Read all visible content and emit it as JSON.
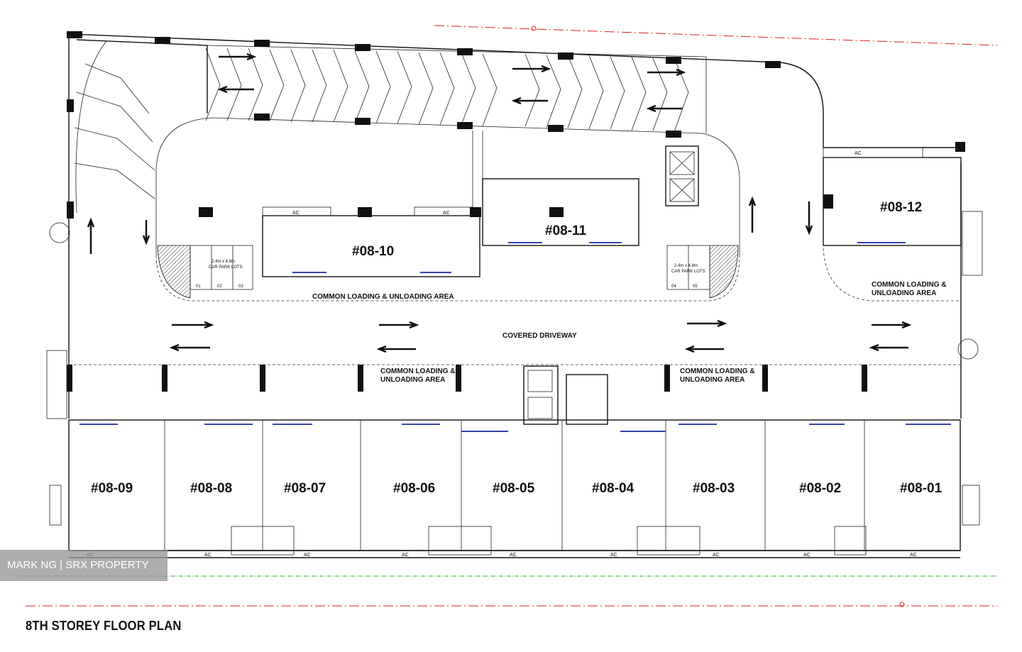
{
  "plan": {
    "title": "8TH STOREY FLOOR PLAN",
    "watermark": "MARK NG | SRX PROPERTY",
    "units_top": [
      {
        "id": "#08-10"
      },
      {
        "id": "#08-11"
      },
      {
        "id": "#08-12"
      }
    ],
    "units_bottom": [
      {
        "id": "#08-09"
      },
      {
        "id": "#08-08"
      },
      {
        "id": "#08-07"
      },
      {
        "id": "#08-06"
      },
      {
        "id": "#08-05"
      },
      {
        "id": "#08-04"
      },
      {
        "id": "#08-03"
      },
      {
        "id": "#08-02"
      },
      {
        "id": "#08-01"
      }
    ],
    "areas": {
      "covered_driveway": "COVERED DRIVEWAY",
      "common_loading_top": "COMMON LOADING & UNLOADING AREA",
      "common_loading_line1": "COMMON LOADING &",
      "common_loading_line2": "UNLOADING AREA"
    },
    "car_park_lots": {
      "size": "2.4m x 4.8m",
      "label": "CAR PARK LOTS",
      "left_lots": [
        "01",
        "02",
        "03"
      ],
      "right_lots": [
        "04",
        "05"
      ]
    },
    "ac_label": "AC",
    "colors": {
      "line": "#111111",
      "glass": "#3344aa",
      "boundary_red": "#dd2222",
      "boundary_green": "#22aa22"
    }
  }
}
